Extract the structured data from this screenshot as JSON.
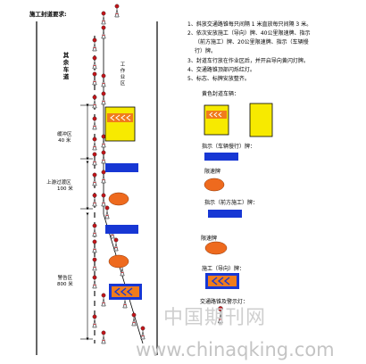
{
  "title": "施工封道要求:",
  "notes": [
    "1、斜放交通路锥每只间隔 1 米直放每只间隔 3 米。",
    "2、依次安放施工（导向）牌、40公里限速牌、指示",
    "（前方施工）牌、20公里限速牌、指示（车辆慢",
    "行）牌。",
    "3、封道车行放在作业区后，并开启导向黄闪灯牌。",
    "4、交通路锥顶部闪烁红灯。",
    "5、标志、标牌安放整齐。"
  ],
  "road": {
    "other_lane": "其余车道",
    "work_zone": "工作业区"
  },
  "zones": {
    "buffer": "缓冲区",
    "buffer_len": "40 米",
    "transition": "上游过渡区",
    "transition_len": "100 米",
    "warning": "警告区",
    "warning_len": "800 米"
  },
  "legend": {
    "vehicle": "黄色封道车辆：",
    "slow_sign": "指示（车辆慢行）牌：",
    "speed20": "限速牌",
    "ahead_sign": "指示（前方施工）牌：",
    "speed40": "限速牌",
    "guide_sign": "施工（导向）牌：",
    "cone_light": "交通路锥及警示灯："
  },
  "watermark": {
    "cn": "中国期刊网",
    "url": "www.chinaqking.com"
  },
  "colors": {
    "vehicle_yellow": "#f7ea00",
    "arrow_orange": "#f07c1c",
    "sign_blue": "#1737d4",
    "speed_orange": "#ee6a1e",
    "cone_red": "#c0161b"
  }
}
